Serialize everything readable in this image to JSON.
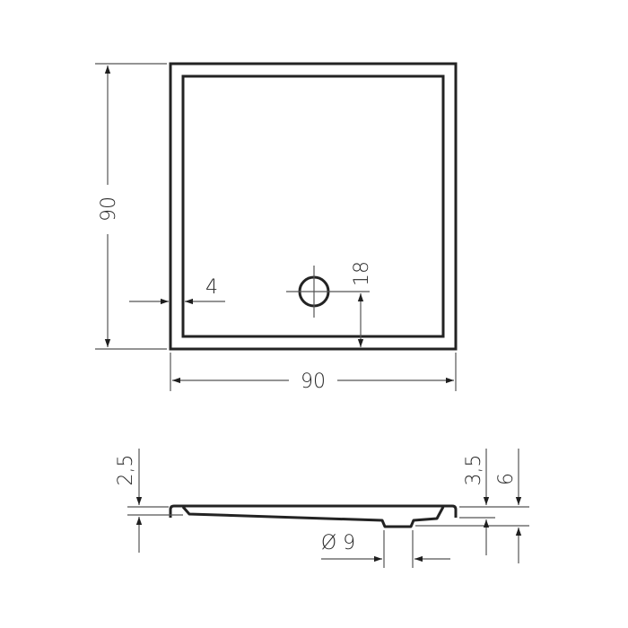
{
  "drawing": {
    "type": "shower tray technical drawing",
    "plan_view": {
      "height_label": "90",
      "width_label": "90",
      "rim_label": "4",
      "drain_offset_label": "18"
    },
    "section_view": {
      "rim_height_label": "2,5",
      "drain_diameter_label": "Ø 9",
      "inner_depth_label": "3,5",
      "total_height_label": "6"
    },
    "colors": {
      "line": "#232323",
      "dimension_line": "#555555",
      "background": "#ffffff"
    }
  }
}
